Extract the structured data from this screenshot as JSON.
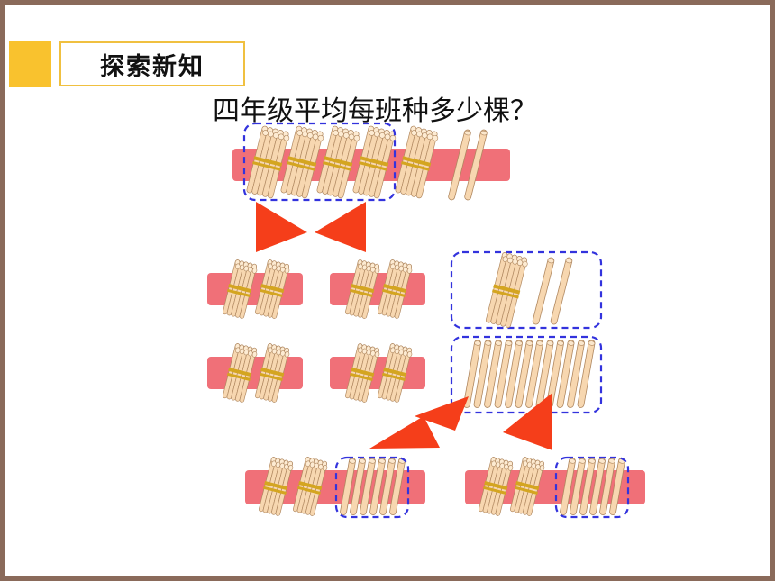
{
  "header": {
    "section_title": "探索新知"
  },
  "question": "四年级平均每班种多少棵？",
  "colors": {
    "accent": "#f9c22e",
    "band": "#f07078",
    "arrow": "#f53e1a",
    "dashed_box": "#3333dd",
    "stick_fill": "#f7d7b0",
    "stick_stroke": "#b08860",
    "tie": "#d4a520"
  },
  "illustration": {
    "total": {
      "bundles_of_ten": 5,
      "single_sticks": 2
    },
    "groups": [
      {
        "bundles_of_ten": 2
      },
      {
        "bundles_of_ten": 2
      },
      {
        "bundles_of_ten": 2
      },
      {
        "bundles_of_ten": 2
      },
      {
        "bundles_of_ten": 1,
        "single_sticks": 2,
        "decomposed_to": 12
      }
    ],
    "results": [
      {
        "bundles_of_ten": 2,
        "single_sticks": 6
      },
      {
        "bundles_of_ten": 2,
        "single_sticks": 6
      }
    ]
  }
}
